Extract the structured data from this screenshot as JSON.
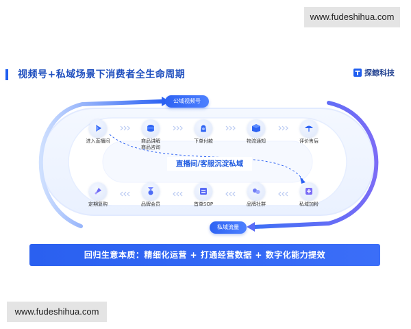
{
  "watermark": {
    "top": "www.fudeshihua.com",
    "bottom": "www.fudeshihua.com"
  },
  "slide": {
    "title": "视频号+私域场景下消费者全生命周期",
    "brand": "探鲸科技",
    "pill_public": "公域视频号",
    "pill_private": "私域流量",
    "center_label": "直播间/客服沉淀私域",
    "top_row": [
      {
        "label": "进入直播间",
        "icon": "live-play-icon"
      },
      {
        "label": "商品讲解\n商品咨询",
        "icon": "product-icon"
      },
      {
        "label": "下单付款",
        "icon": "payment-bag-icon"
      },
      {
        "label": "物流通知",
        "icon": "package-box-icon"
      },
      {
        "label": "评价售后",
        "icon": "umbrella-icon"
      }
    ],
    "bottom_row": [
      {
        "label": "定期复购",
        "icon": "rocket-icon"
      },
      {
        "label": "品牌会员",
        "icon": "medal-icon"
      },
      {
        "label": "首单SOP",
        "icon": "checklist-icon"
      },
      {
        "label": "品牌社群",
        "icon": "community-icon"
      },
      {
        "label": "私域加粉",
        "icon": "add-fan-icon"
      }
    ],
    "banner": "回归生意本质：精细化运营 + 打通经营数据 + 数字化能力提效",
    "colors": {
      "primary": "#2a60f0",
      "title": "#1f4fbf"
    }
  }
}
